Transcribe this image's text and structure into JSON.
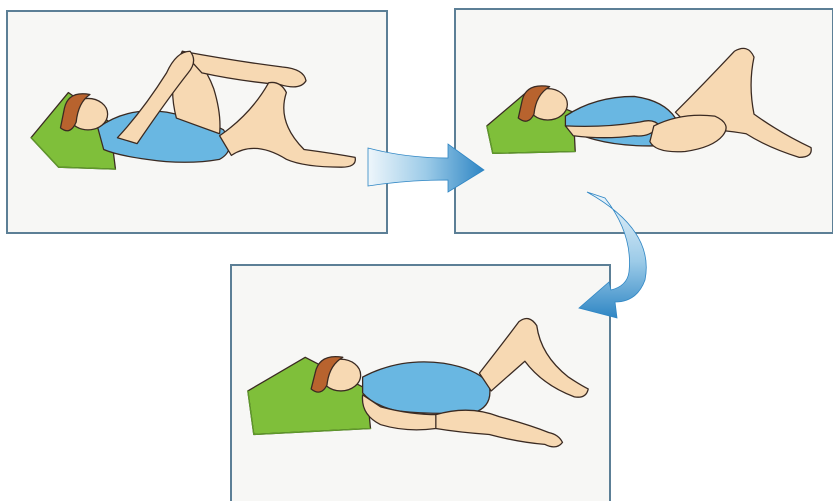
{
  "figure": {
    "steps": [
      {
        "step": 1,
        "image": "woman-supine-hugging-knees-to-chest"
      },
      {
        "step": 2,
        "image": "woman-supine-pulling-one-knee-across-body"
      },
      {
        "step": 3,
        "image": "woman-supine-one-leg-bent-one-leg-rotated-flat"
      }
    ],
    "arrows": [
      {
        "from": 1,
        "to": 2,
        "shape": "straight"
      },
      {
        "from": 2,
        "to": 3,
        "shape": "curved"
      }
    ]
  },
  "colors": {
    "panel_border": "#5c7f96",
    "panel_background": "#f7f7f5",
    "pillow": "#7fbf3a",
    "pillow_dark": "#5e9a2a",
    "swimsuit": "#69b7e2",
    "skin": "#f7d9b3",
    "hair": "#b8632e",
    "outline": "#3a2a22",
    "arrow_light": "#eef6fb",
    "arrow_dark": "#2f86c4"
  }
}
